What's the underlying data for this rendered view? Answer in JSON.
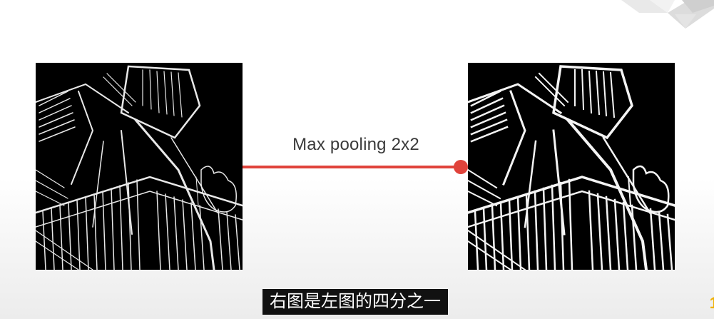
{
  "slide": {
    "arrow_label": "Max pooling 2x2",
    "arrow_color": "#e0433b",
    "subtitle": "右图是左图的四分之一",
    "page_number": "1"
  },
  "images": {
    "left": {
      "kind": "edge-filtered staircase photo (original)"
    },
    "right": {
      "kind": "edge-filtered staircase photo (max pooled 2x2)"
    }
  }
}
